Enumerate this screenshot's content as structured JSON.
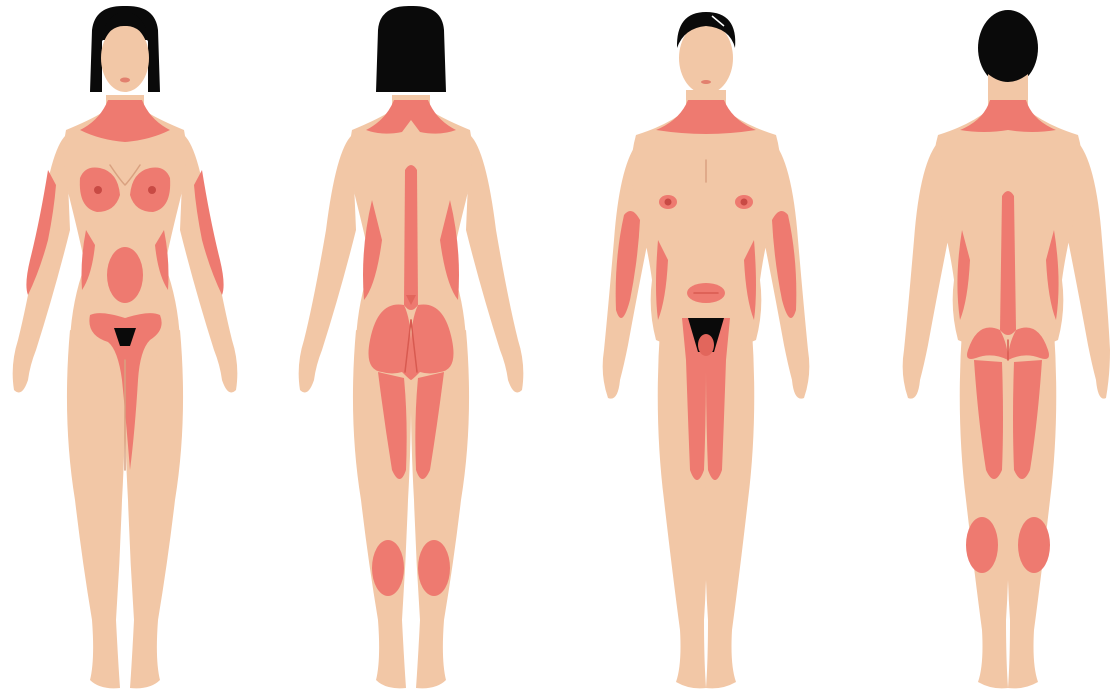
{
  "colors": {
    "skin": "#f2c7a6",
    "skin_shade": "#e8b493",
    "zone": "#ee7a70",
    "zone_dark": "#e2665c",
    "hair": "#0a0a0a",
    "background": "#ffffff"
  },
  "figures": [
    {
      "id": "woman-front",
      "view": "front",
      "sex": "female"
    },
    {
      "id": "woman-back",
      "view": "back",
      "sex": "female"
    },
    {
      "id": "man-front",
      "view": "front",
      "sex": "male"
    },
    {
      "id": "man-back",
      "view": "back",
      "sex": "male"
    }
  ]
}
